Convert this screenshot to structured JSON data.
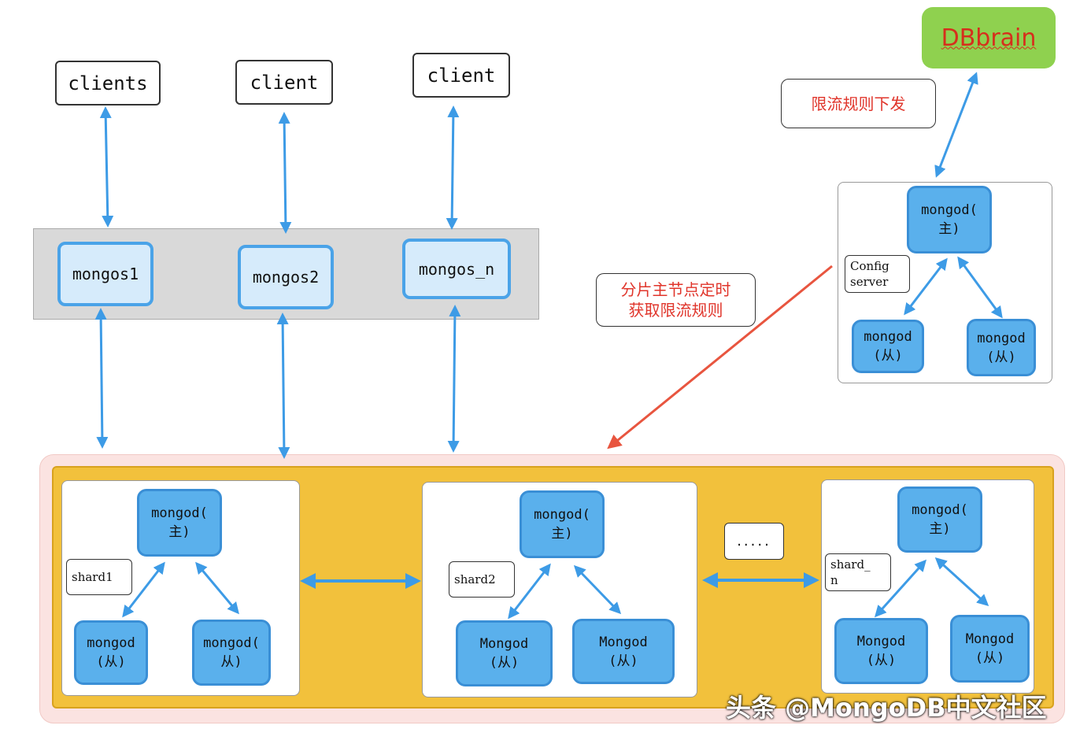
{
  "clients": [
    "clients",
    "client",
    "client"
  ],
  "mongos": [
    "mongos1",
    "mongos2",
    "mongos_n"
  ],
  "dbbrain": "DBbrain",
  "rule_push": "限流规则下发",
  "rule_fetch": [
    "分片主节点定时",
    "获取限流规则"
  ],
  "config": {
    "label": [
      "Config",
      "server"
    ],
    "primary": [
      "mongod(",
      "主)"
    ],
    "secondary1": [
      "mongod",
      "(从)"
    ],
    "secondary2": [
      "mongod",
      "(从)"
    ]
  },
  "shards": [
    {
      "label": [
        "shard1"
      ],
      "primary": [
        "mongod(",
        "主)"
      ],
      "secondary1": [
        "mongod",
        "(从)"
      ],
      "secondary2": [
        "mongod(",
        "从)"
      ]
    },
    {
      "label": [
        "shard2"
      ],
      "primary": [
        "mongod(",
        "主)"
      ],
      "secondary1": [
        "Mongod",
        "(从)"
      ],
      "secondary2": [
        "Mongod",
        "(从)"
      ]
    },
    {
      "label": [
        "shard_",
        "n"
      ],
      "primary": [
        "mongod(",
        "主)"
      ],
      "secondary1": [
        "Mongod",
        "(从)"
      ],
      "secondary2": [
        "Mongod",
        "(从)"
      ]
    }
  ],
  "ellipsis": ".....",
  "watermark": "头条 @MongoDB中文社区",
  "colors": {
    "blue_arrow": "#3d9be6",
    "red_arrow": "#e8553f",
    "yellow": "#f2c13c",
    "green": "#8fd14f"
  }
}
